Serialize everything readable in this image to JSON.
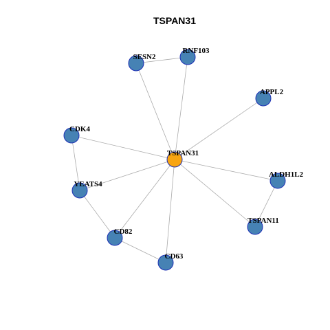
{
  "title": "TSPAN31",
  "colors": {
    "center_node": "#f8a512",
    "node": "#4682b4",
    "node_border": "#1d2fb5",
    "edge": "#aaaaaa"
  },
  "nodes": [
    {
      "id": "TSPAN31",
      "label": "TSPAN31",
      "type": "center"
    },
    {
      "id": "SESN2",
      "label": "SESN2",
      "type": "neighbor"
    },
    {
      "id": "RNF103",
      "label": "RNF103",
      "type": "neighbor"
    },
    {
      "id": "APPL2",
      "label": "APPL2",
      "type": "neighbor"
    },
    {
      "id": "CDK4",
      "label": "CDK4",
      "type": "neighbor"
    },
    {
      "id": "YEATS4",
      "label": "YEATS4",
      "type": "neighbor"
    },
    {
      "id": "ALDH1L2",
      "label": "ALDH1L2",
      "type": "neighbor"
    },
    {
      "id": "TSPAN11",
      "label": "TSPAN11",
      "type": "neighbor"
    },
    {
      "id": "CD82",
      "label": "CD82",
      "type": "neighbor"
    },
    {
      "id": "CD63",
      "label": "CD63",
      "type": "neighbor"
    }
  ],
  "edges": [
    [
      "SESN2",
      "RNF103"
    ],
    [
      "TSPAN31",
      "SESN2"
    ],
    [
      "TSPAN31",
      "RNF103"
    ],
    [
      "TSPAN31",
      "APPL2"
    ],
    [
      "TSPAN31",
      "CDK4"
    ],
    [
      "TSPAN31",
      "YEATS4"
    ],
    [
      "TSPAN31",
      "ALDH1L2"
    ],
    [
      "TSPAN31",
      "TSPAN11"
    ],
    [
      "TSPAN31",
      "CD82"
    ],
    [
      "TSPAN31",
      "CD63"
    ],
    [
      "CDK4",
      "YEATS4"
    ],
    [
      "YEATS4",
      "CD82"
    ],
    [
      "CD82",
      "CD63"
    ],
    [
      "ALDH1L2",
      "TSPAN11"
    ]
  ]
}
